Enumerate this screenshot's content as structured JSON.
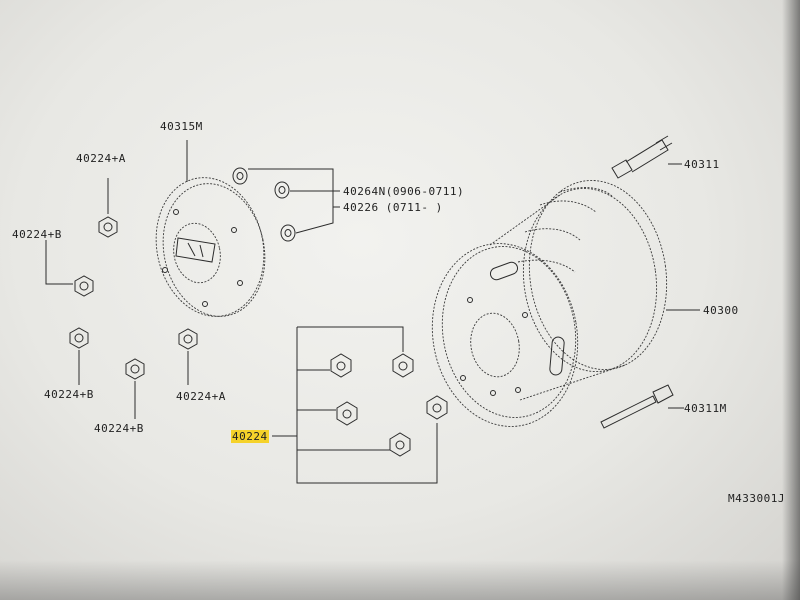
{
  "labels": {
    "cap": "40315M",
    "nut_a_top": "40224+A",
    "nut_b_left": "40224+B",
    "nut_b_lower": "40224+B",
    "nut_b_bottom": "40224+B",
    "nut_a_lower": "40224+A",
    "washer_n": "40264N(0906-0711)",
    "washer_226": "40226  (0711-       )",
    "valve": "40311",
    "wheel": "40300",
    "bolt": "40311M",
    "nut_group": "40224",
    "figure_id": "M433001J"
  },
  "colors": {
    "highlight": "#f5d22a",
    "ink": "#2c2c2c"
  }
}
